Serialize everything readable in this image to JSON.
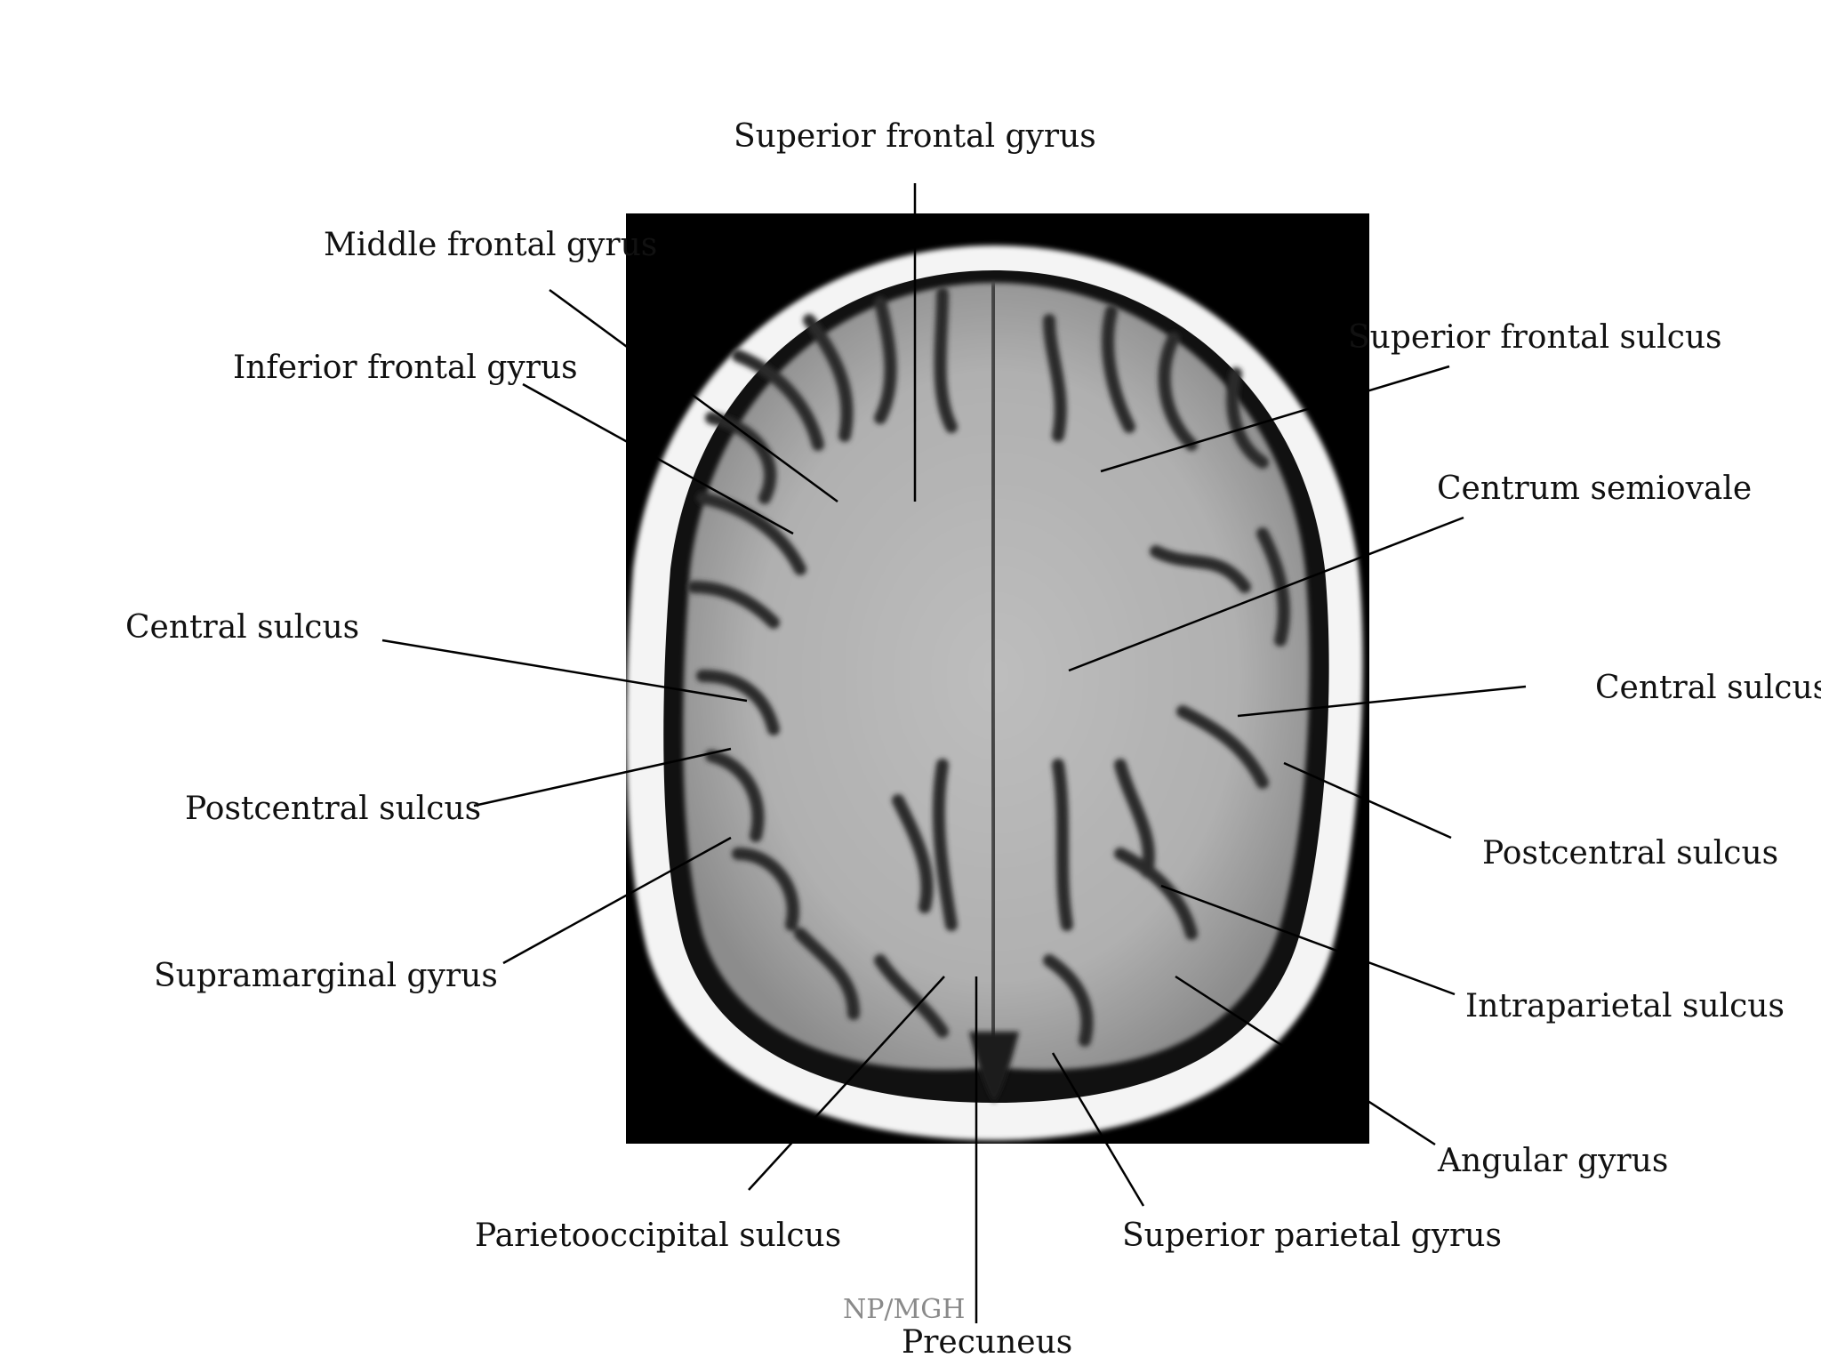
{
  "labels": {
    "superior_frontal_gyrus": "Superior frontal gyrus",
    "middle_frontal_gyrus": "Middle frontal gyrus",
    "inferior_frontal_gyrus": "Inferior frontal gyrus",
    "superior_frontal_sulcus": "Superior frontal sulcus",
    "centrum_semiovale": "Centrum semiovale",
    "central_sulcus_left": "Central sulcus",
    "central_sulcus_right": "Central sulcus",
    "postcentral_sulcus_left": "Postcentral sulcus",
    "postcentral_sulcus_right": "Postcentral sulcus",
    "supramarginal_gyrus": "Supramarginal gyrus",
    "intraparietal_sulcus": "Intraparietal sulcus",
    "angular_gyrus": "Angular gyrus",
    "parietooccipital_sulcus": "Parietooccipital sulcus",
    "superior_parietal_gyrus": "Superior parietal gyrus",
    "precuneus": "Precuneus"
  },
  "credit": "NP/MGH",
  "colors": {
    "background": "#ffffff",
    "scan_background": "#000000",
    "skull": "#f2f2f2",
    "brain_tissue": "#b4b4b4",
    "leader_line": "#000000"
  }
}
